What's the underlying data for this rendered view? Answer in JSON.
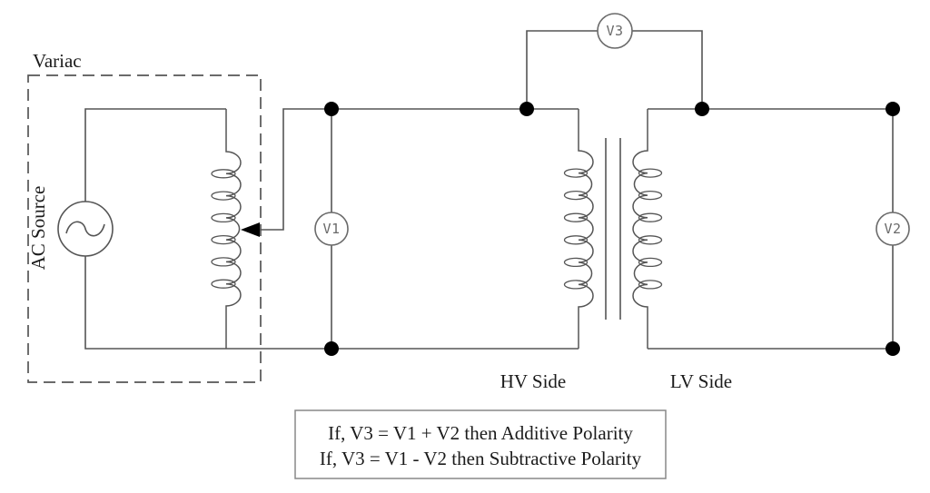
{
  "colors": {
    "wire": "#555555",
    "meter": "#6a6a6a",
    "dot": "#000000",
    "text": "#1b1b1b",
    "dashed": "#555555",
    "caption-border": "#888888",
    "background": "#ffffff"
  },
  "variac": {
    "label": "Variac",
    "source_label": "AC Source"
  },
  "meters": {
    "v1": "V1",
    "v2": "V2",
    "v3": "V3"
  },
  "transformer": {
    "hv_label": "HV Side",
    "lv_label": "LV Side"
  },
  "caption": {
    "line1": "If, V3 = V1 + V2 then Additive Polarity",
    "line2": "If, V3 = V1 - V2 then Subtractive Polarity"
  }
}
